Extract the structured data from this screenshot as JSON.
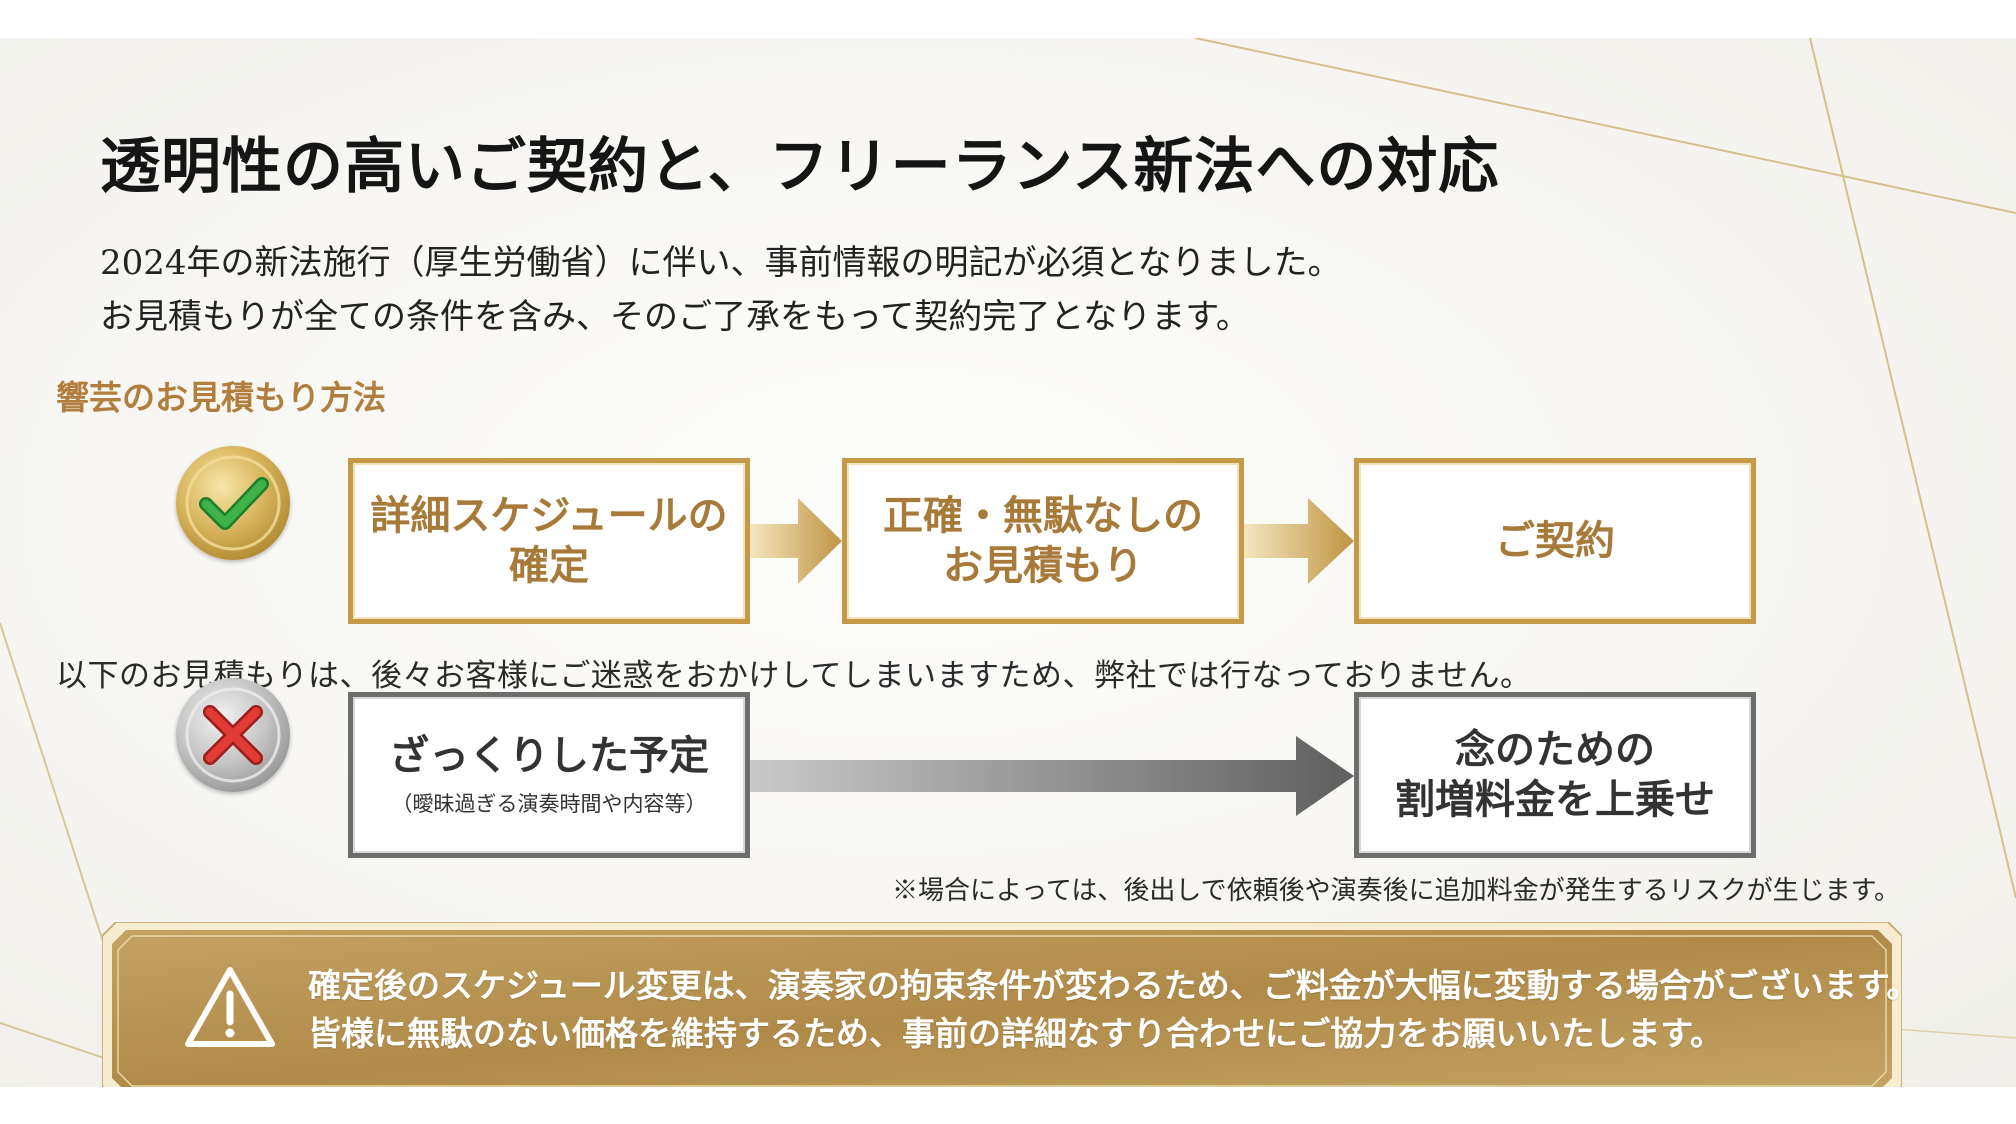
{
  "title": "透明性の高いご契約と、フリーランス新法への対応",
  "lead": {
    "line1": "2024年の新法施行（厚生労働省）に伴い、事前情報の明記が必須となりました。",
    "line2": "お見積もりが全ての条件を含み、そのご了承をもって契約完了となります。"
  },
  "method": {
    "heading": "響芸のお見積もり方法",
    "badge_icon": "check-icon",
    "steps": [
      {
        "line1": "詳細スケジュールの",
        "line2": "確定"
      },
      {
        "line1": "正確・無駄なしの",
        "line2": "お見積もり"
      },
      {
        "line1": "ご契約"
      }
    ]
  },
  "not_done": {
    "text": "以下のお見積もりは、後々お客様にご迷惑をおかけしてしまいますため、弊社では行なっておりません。",
    "badge_icon": "cross-icon",
    "left_box": {
      "main": "ざっくりした予定",
      "sub": "（曖昧過ぎる演奏時間や内容等）"
    },
    "right_box": {
      "line1": "念のための",
      "line2": "割増料金を上乗せ"
    },
    "note": "※場合によっては、後出しで依頼後や演奏後に追加料金が発生するリスクが生じます。"
  },
  "banner": {
    "icon": "warning-icon",
    "line1": "確定後のスケジュール変更は、演奏家の拘束条件が変わるため、ご料金が大幅に変動する場合がございます。",
    "line2": "皆様に無駄のない価格を維持するため、事前の詳細なすり合わせにご協力をお願いいたします。"
  },
  "colors": {
    "gold": "#c49a48",
    "gold_text": "#a77a3a",
    "heading_gold": "#b27e3e",
    "grey": "#6d6d6d",
    "check_green": "#2e9a3a",
    "cross_red": "#d0312d",
    "banner_gold": "#b6914f"
  }
}
